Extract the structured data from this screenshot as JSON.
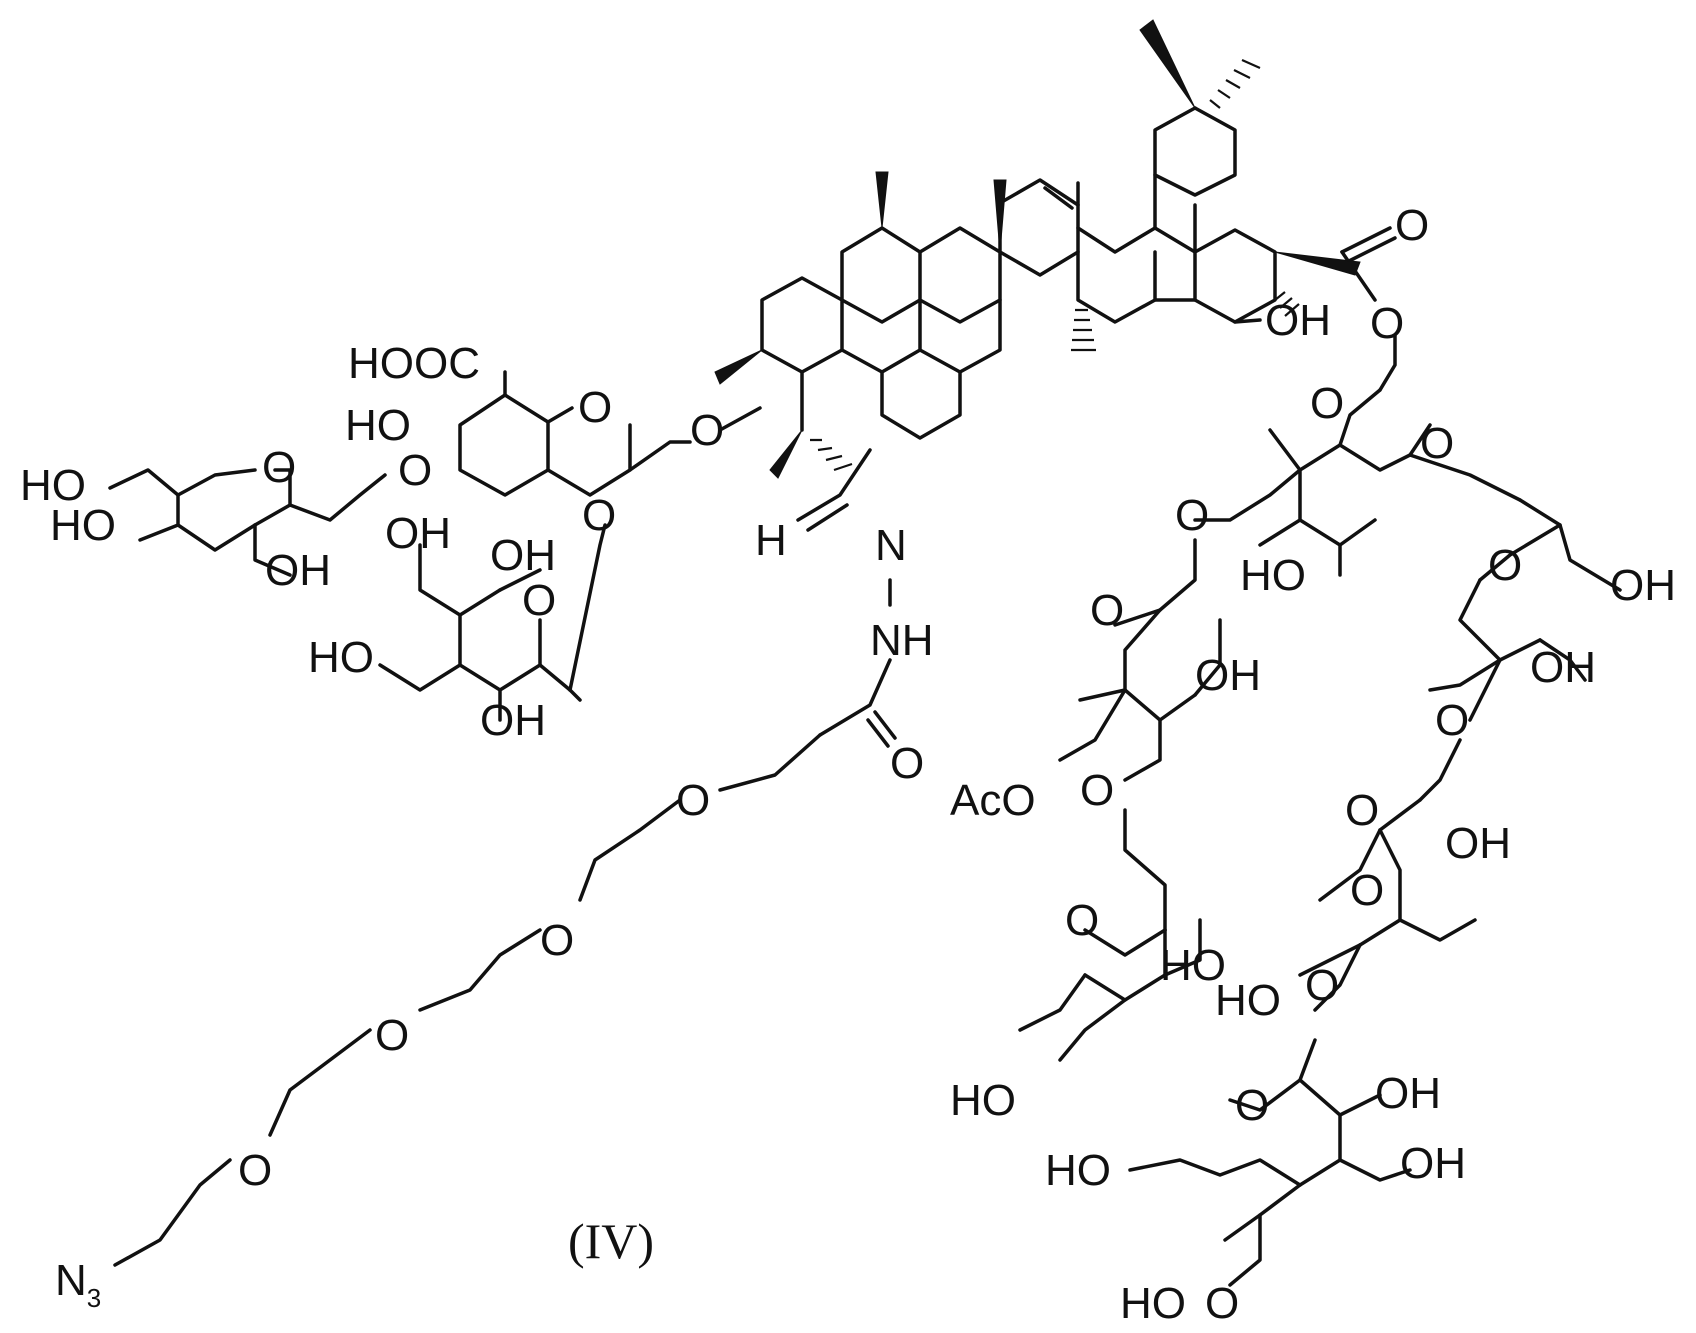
{
  "figure": {
    "label": "(IV)"
  },
  "atoms": {
    "hooc": "HOOC",
    "ring_o_gluc": "O",
    "ho_gluc": "HO",
    "o_link_gluc_aglycone": "O",
    "ho_xyl_1": "HO",
    "o_xyl_ring": "O",
    "o_xyl_link": "O",
    "ho_xyl_2": "HO",
    "oh_xyl_3": "OH",
    "o_gal_link": "O",
    "oh_gal_1": "OH",
    "oh_gal_2": "OH",
    "o_gal_ring": "O",
    "ho_gal_3": "HO",
    "oh_gal_4": "OH",
    "h_imine": "H",
    "n_imine": "N",
    "nh_hydrazide": "NH",
    "o_carbonyl_linker": "O",
    "o_peg_1": "O",
    "o_peg_2": "O",
    "o_peg_3": "O",
    "o_peg_4": "O",
    "n3_label": "N",
    "n3_sub": "3",
    "o_ester_carbonyl": "O",
    "oh_c16": "OH",
    "o_ester": "O",
    "o_fuc_ring": "O",
    "o_fuc_2": "O",
    "o_fuc_4": "O",
    "ho_fuc_3": "HO",
    "o_rha_ring": "O",
    "oh_rha_2": "OH",
    "o_xyl2_ring": "O",
    "aco_label": "AcO",
    "o_xyl2_3": "O",
    "o_xyl3_ring": "O",
    "oh_xyl3_1": "OH",
    "ho_xyl3_2": "HO",
    "ho_xyl3_3": "HO",
    "o_rha2_ring": "O",
    "oh_rha2_1": "OH",
    "oh_rha2_2": "OH",
    "o_rha2_link": "O",
    "o_xyl4_ring": "O",
    "oh_xyl4_1": "OH",
    "ho_xyl4_2": "HO",
    "o_xyl4_link": "O",
    "o_api_ring": "O",
    "oh_api_1": "OH",
    "ho_api_2": "HO",
    "ho_api_3": "HO",
    "o_api_4": "O"
  }
}
